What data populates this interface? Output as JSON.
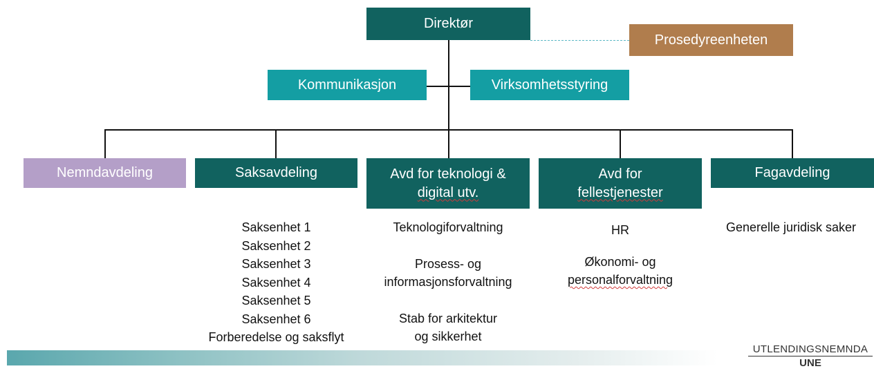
{
  "top": {
    "director": "Direktør",
    "procedure_unit": "Prosedyreenheten"
  },
  "staff": {
    "communication": "Kommunikasjon",
    "governance": "Virksomhetsstyring"
  },
  "departments": [
    {
      "name": "Nemndavdeling",
      "color": "#b49fc8",
      "units": []
    },
    {
      "name": "Saksavdeling",
      "color": "#11625f",
      "units": [
        "Saksenhet 1",
        "Saksenhet 2",
        "Saksenhet 3",
        "Saksenhet 4",
        "Saksenhet 5",
        "Saksenhet 6",
        "Forberedelse og saksflyt"
      ]
    },
    {
      "name_line1": "Avd for teknologi &",
      "name_line2": "digital utv.",
      "color": "#11625f",
      "units": [
        "Teknologiforvaltning",
        "Prosess- og",
        "informasjonsforvaltning",
        "Stab for arkitektur",
        "og sikkerhet"
      ]
    },
    {
      "name_line1": "Avd for",
      "name_line2": "fellestjenester",
      "color": "#11625f",
      "units": [
        "HR",
        "Økonomi- og",
        "personalforvaltning"
      ]
    },
    {
      "name": "Fagavdeling",
      "color": "#11625f",
      "units": [
        "Generelle juridisk saker"
      ]
    }
  ],
  "logo": {
    "name": "UTLENDINGSNEMNDA",
    "abbr": "UNE"
  },
  "colors": {
    "dark_teal": "#11625f",
    "light_teal": "#149ea3",
    "lavender": "#b49fc8",
    "brown": "#b07d4d"
  }
}
